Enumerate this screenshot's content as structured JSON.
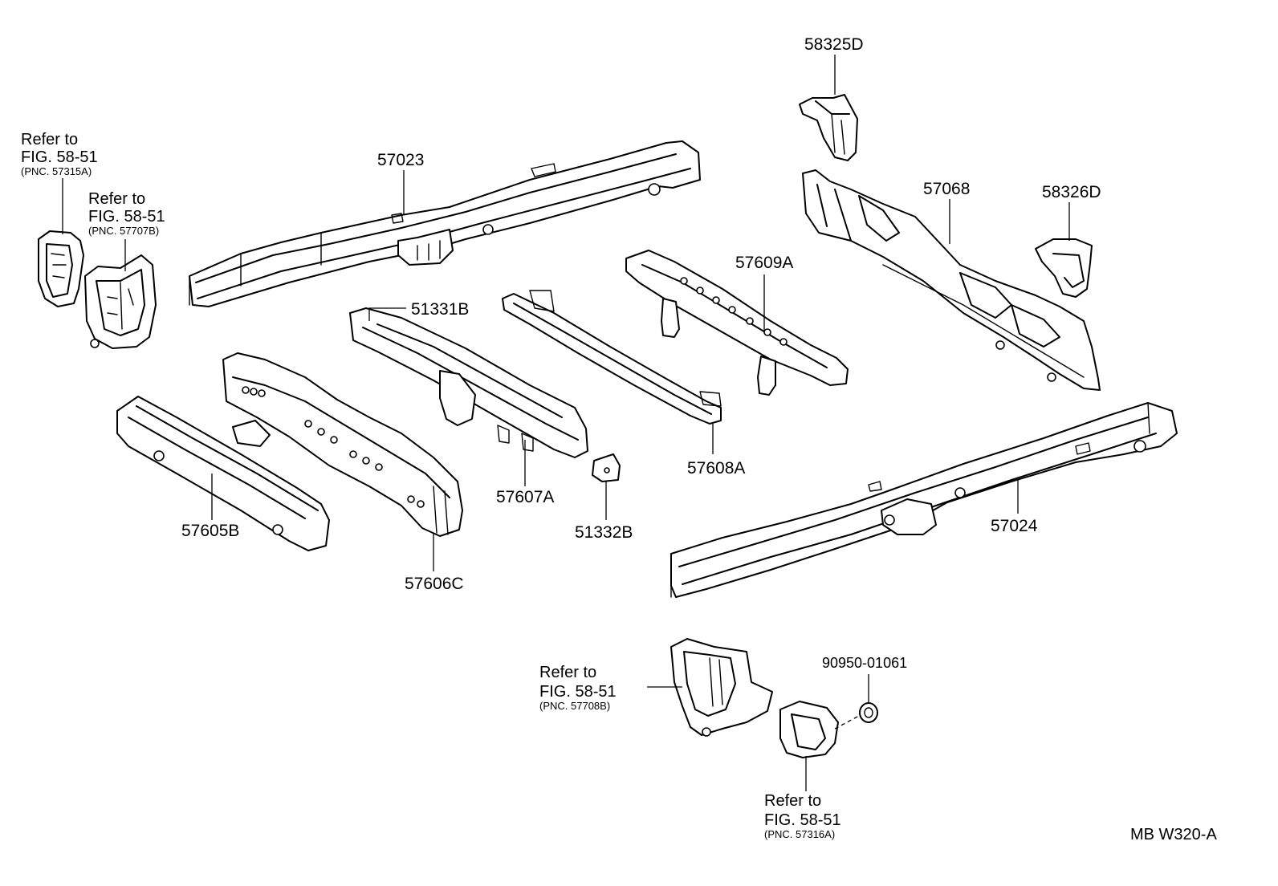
{
  "parts": {
    "p58325D": "58325D",
    "p57023": "57023",
    "p57068": "57068",
    "p58326D": "58326D",
    "p57609A": "57609A",
    "p51331B": "51331B",
    "p57605B": "57605B",
    "p57606C": "57606C",
    "p57607A": "57607A",
    "p51332B": "51332B",
    "p57608A": "57608A",
    "p57024": "57024",
    "p90950": "90950-01061"
  },
  "references": {
    "ref1": {
      "line1": "Refer to",
      "line2": "FIG. 58-51",
      "pnc": "(PNC. 57315A)"
    },
    "ref2": {
      "line1": "Refer to",
      "line2": "FIG. 58-51",
      "pnc": "(PNC. 57707B)"
    },
    "ref3": {
      "line1": "Refer to",
      "line2": "FIG. 58-51",
      "pnc": "(PNC. 57708B)"
    },
    "ref4": {
      "line1": "Refer to",
      "line2": "FIG. 58-51",
      "pnc": "(PNC. 57316A)"
    }
  },
  "diagram_code": "MB W320-A"
}
